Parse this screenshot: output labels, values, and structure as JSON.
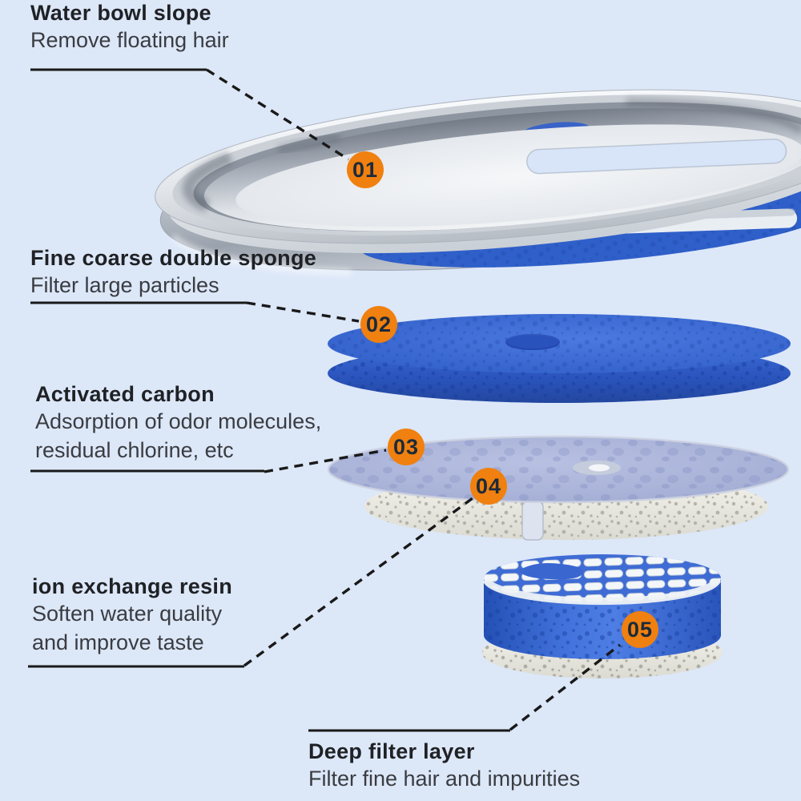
{
  "colors": {
    "background": "#dce7f8",
    "badge_fill": "#f0800f",
    "badge_text": "#1c2a3a",
    "heading_text": "#1f2125",
    "body_text": "#3a3c41",
    "leader_line": "#191919",
    "sponge_blue": "#3565ce",
    "carbon_lavender": "#a9b2d6",
    "white_sponge": "#efeee6",
    "steel": "#c6ccd4"
  },
  "steps": [
    {
      "badge": "01",
      "title": "Water bowl slope",
      "lines": [
        "Remove floating hair"
      ]
    },
    {
      "badge": "02",
      "title": "Fine coarse double sponge",
      "lines": [
        "Filter large particles"
      ]
    },
    {
      "badge": "03",
      "title": "Activated carbon",
      "lines": [
        "Adsorption of odor molecules,",
        "residual chlorine, etc"
      ]
    },
    {
      "badge": "04",
      "title": "ion exchange resin",
      "lines": [
        "Soften water quality",
        "and improve taste"
      ]
    },
    {
      "badge": "05",
      "title": "Deep filter layer",
      "lines": [
        "Filter fine hair and impurities"
      ]
    }
  ]
}
